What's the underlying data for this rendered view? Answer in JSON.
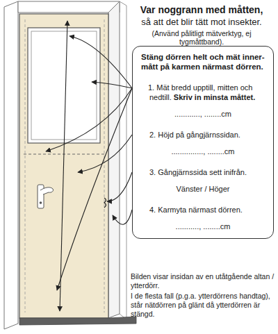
{
  "diagram": {
    "title": "Var noggrann med måtten,",
    "nodes": [
      {
        "text": [
          "Stäng dörren helt och mät inner-mått på karmen närmast dörren.",
          "1. Mät bredd upptill, mitten och nedtill.",
          "Skriv in minsta måttet.",
          "............, ........cm",
          "2. Höjd på gångjärnssidan.",
          "..............., ........cm",
          "3. Gångjärnssida sett inifrån.",
          "Vänster / Höger",
          "4. Karmyta närmast dörren.",
          "..........., ........cm"
        ]
      }
    ],
    "labels": [
      "så att det blir tätt mot insekter.",
      "(Använd pålitligt mätverktyg, ej tygmåttband).",
      "Bilden visar insidan av en utåtgående altan / ytterdörr.",
      "I de flesta fall (p.g.a. ytterdörrens handtag), står nätdörren på glänt då ytterdörren är stängd."
    ]
  }
}
